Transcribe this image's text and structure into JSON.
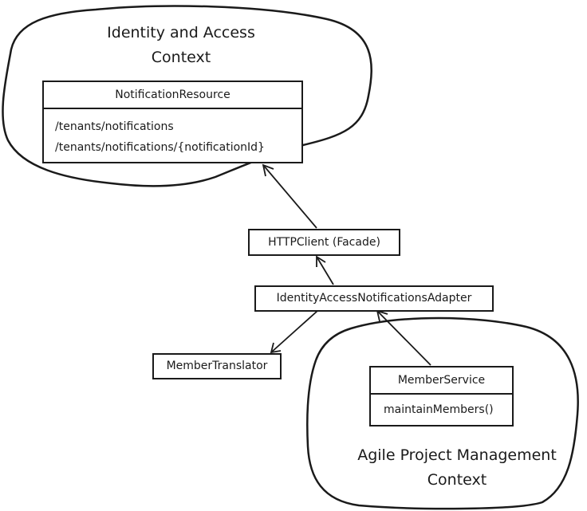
{
  "contexts": {
    "identity": {
      "title_line1": "Identity and Access",
      "title_line2": "Context"
    },
    "agile": {
      "title_line1": "Agile Project Management",
      "title_line2": "Context"
    }
  },
  "classes": {
    "notification_resource": {
      "name": "NotificationResource",
      "operations": [
        "/tenants/notifications",
        "/tenants/notifications/{notificationId}"
      ]
    },
    "http_client": {
      "name": "HTTPClient (Facade)"
    },
    "adapter": {
      "name": "IdentityAccessNotificationsAdapter"
    },
    "member_translator": {
      "name": "MemberTranslator"
    },
    "member_service": {
      "name": "MemberService",
      "operations": [
        "maintainMembers()"
      ]
    }
  }
}
